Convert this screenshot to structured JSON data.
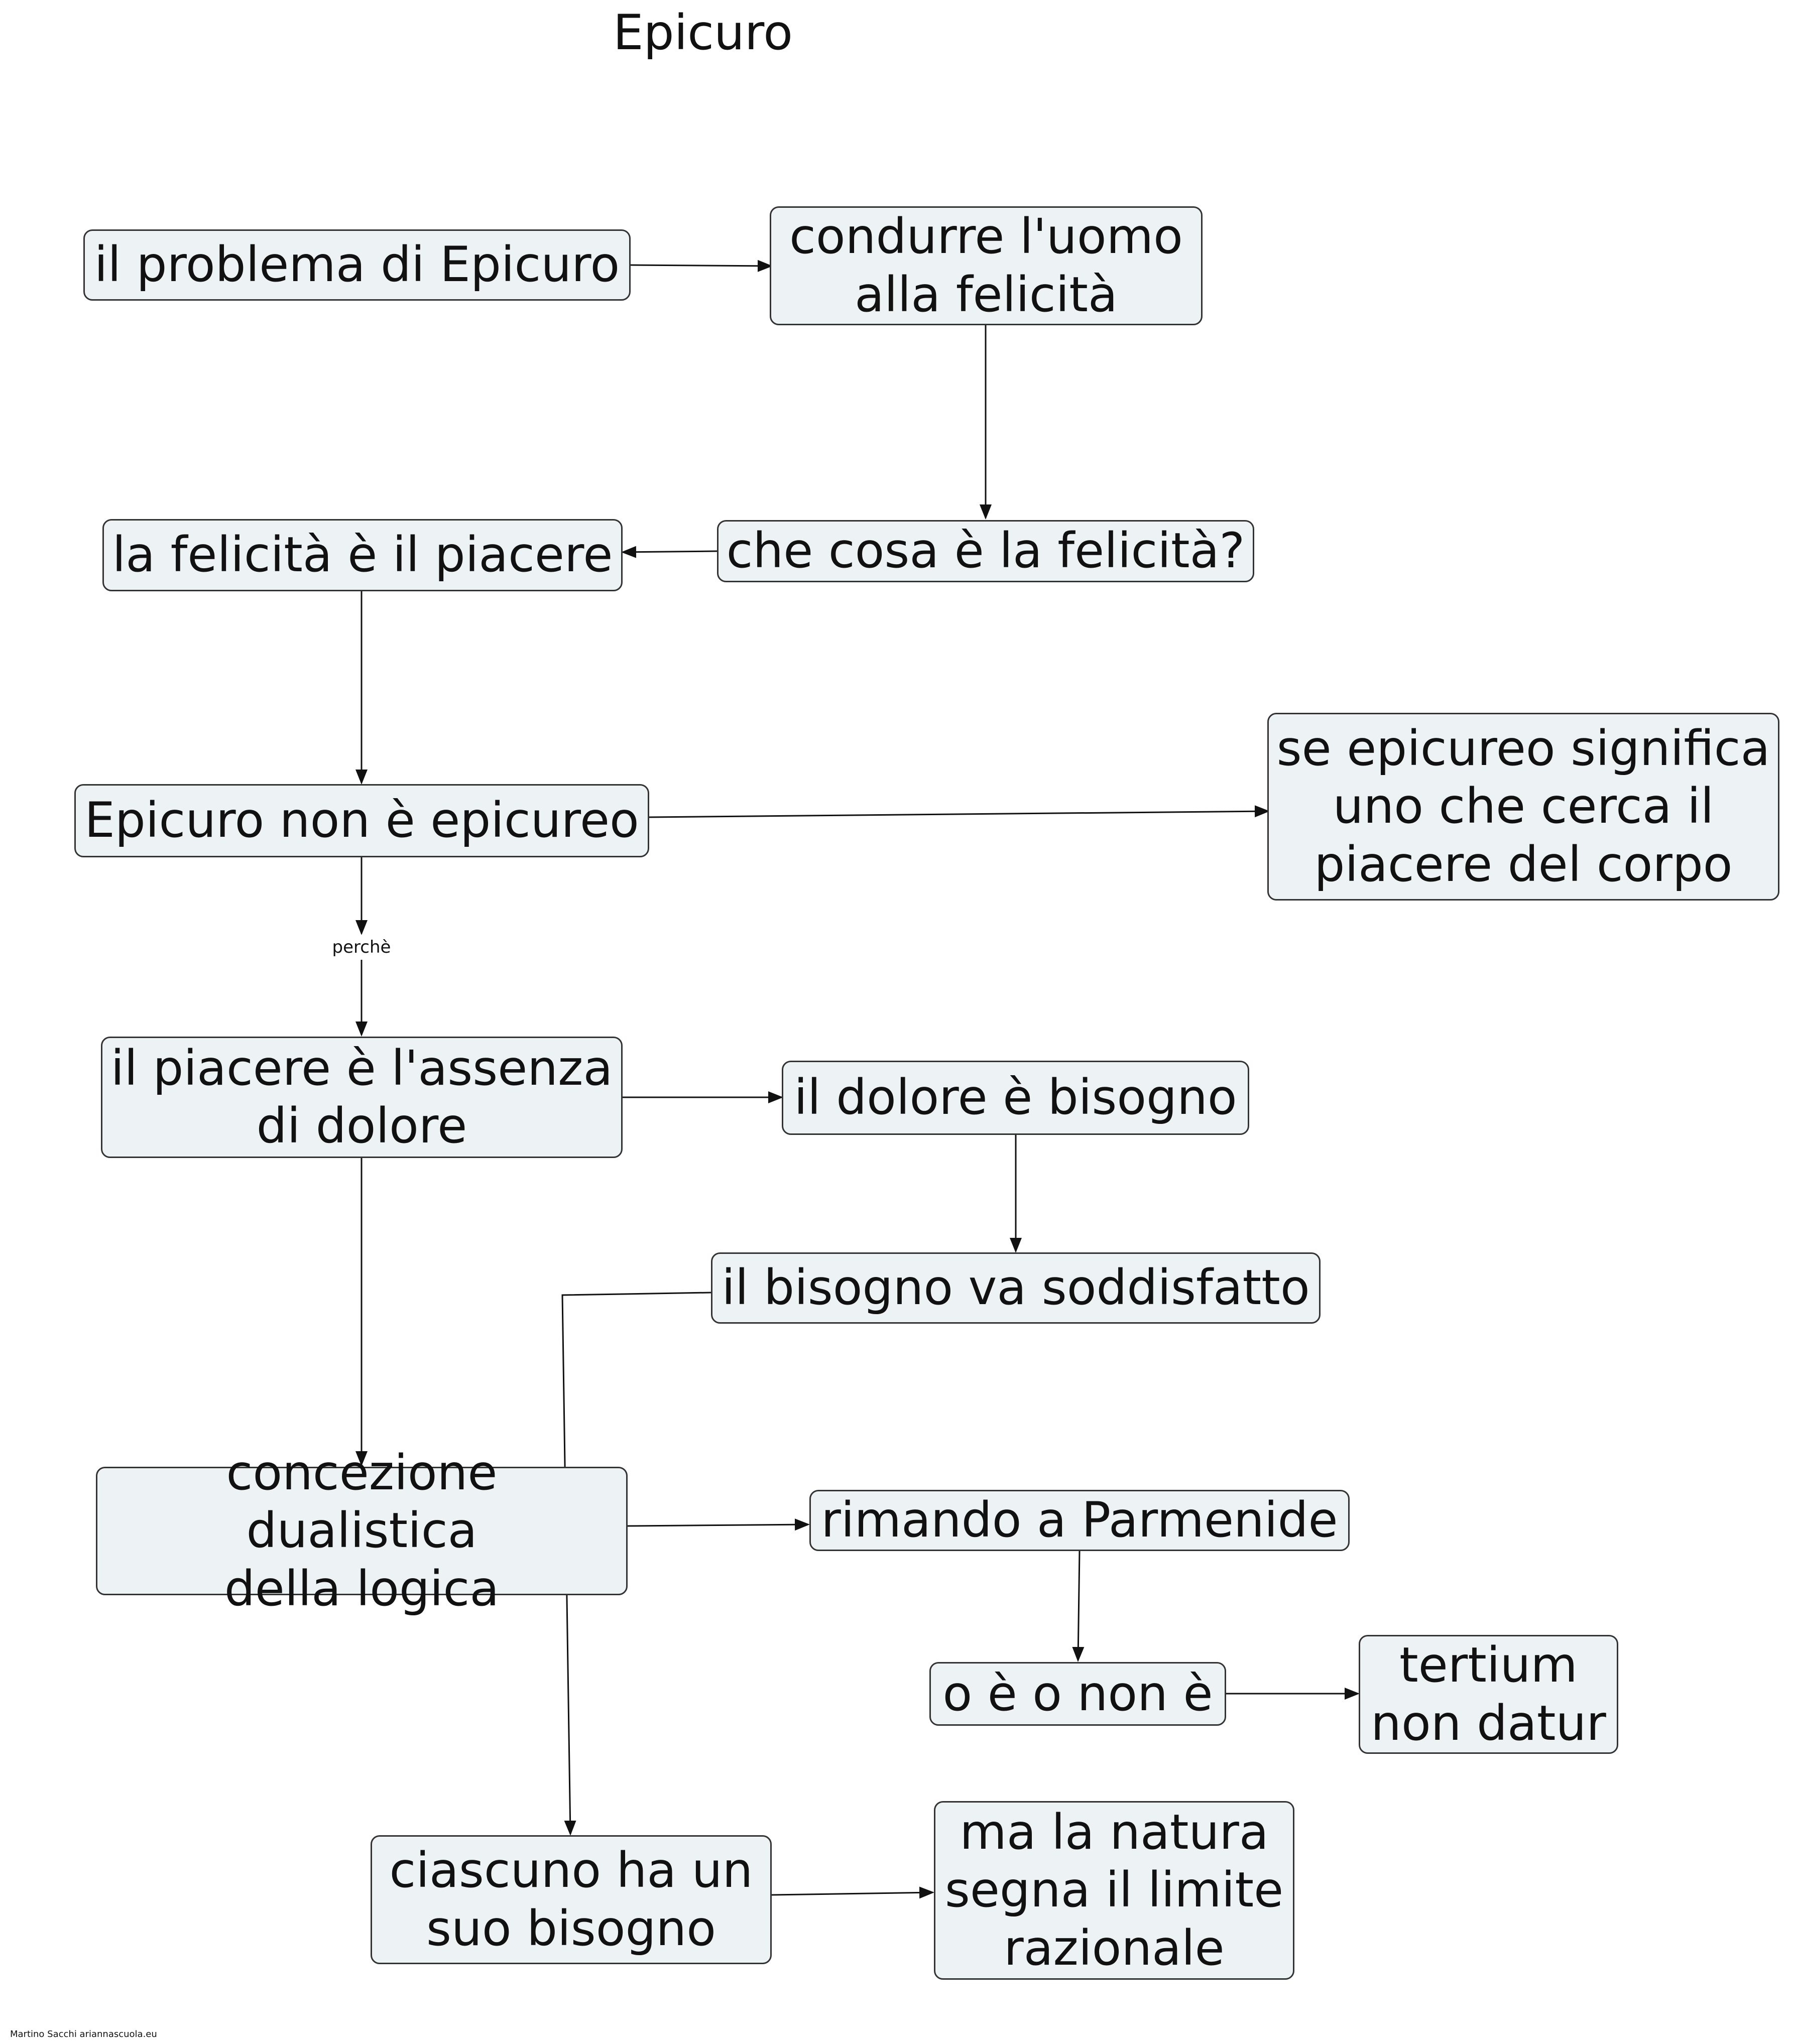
{
  "title": "Epicuro",
  "nodes": {
    "problem": "il problema di Epicuro",
    "lead": "condurre l'uomo\nalla felicità",
    "question": "che cosa è la felicità?",
    "pleasure": "la felicità è il piacere",
    "not_epicurean": "Epicuro non è epicureo",
    "if_epicurean": "se epicureo significa\nuno che cerca il\npiacere del corpo",
    "absence": "il piacere è l'assenza\ndi dolore",
    "pain_need": "il dolore è bisogno",
    "need_satisfied": "il bisogno va soddisfatto",
    "dualistic": "concezione dualistica\ndella logica",
    "parmenides": "rimando a Parmenide",
    "either_or": "o è o non è",
    "tertium": "tertium\nnon datur",
    "each_need": "ciascuno ha un\nsuo bisogno",
    "nature_limit": "ma la natura\nsegna il limite\nrazionale"
  },
  "edge_labels": {
    "because": "perchè"
  },
  "footer": "Martino Sacchi ariannascuola.eu"
}
